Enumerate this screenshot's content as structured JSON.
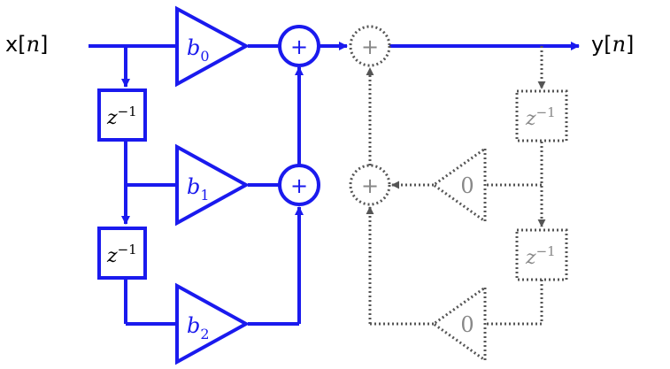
{
  "input_label": {
    "name": "x",
    "open": "[",
    "index": "n",
    "close": "]"
  },
  "output_label": {
    "name": "y",
    "open": "[",
    "index": "n",
    "close": "]"
  },
  "feedforward": {
    "color": "#1a1aee",
    "coefficients": [
      {
        "symbol": "b",
        "subscript": "0"
      },
      {
        "symbol": "b",
        "subscript": "1"
      },
      {
        "symbol": "b",
        "subscript": "2"
      }
    ],
    "delays": [
      {
        "symbol": "z",
        "exponent": "−1"
      },
      {
        "symbol": "z",
        "exponent": "−1"
      }
    ],
    "adder_symbol": "+"
  },
  "feedback": {
    "color": "#555555",
    "text_color": "#888888",
    "gains": [
      "0",
      "0"
    ],
    "delays": [
      {
        "symbol": "z",
        "exponent": "−1"
      },
      {
        "symbol": "z",
        "exponent": "−1"
      }
    ],
    "adder_symbol": "+"
  }
}
